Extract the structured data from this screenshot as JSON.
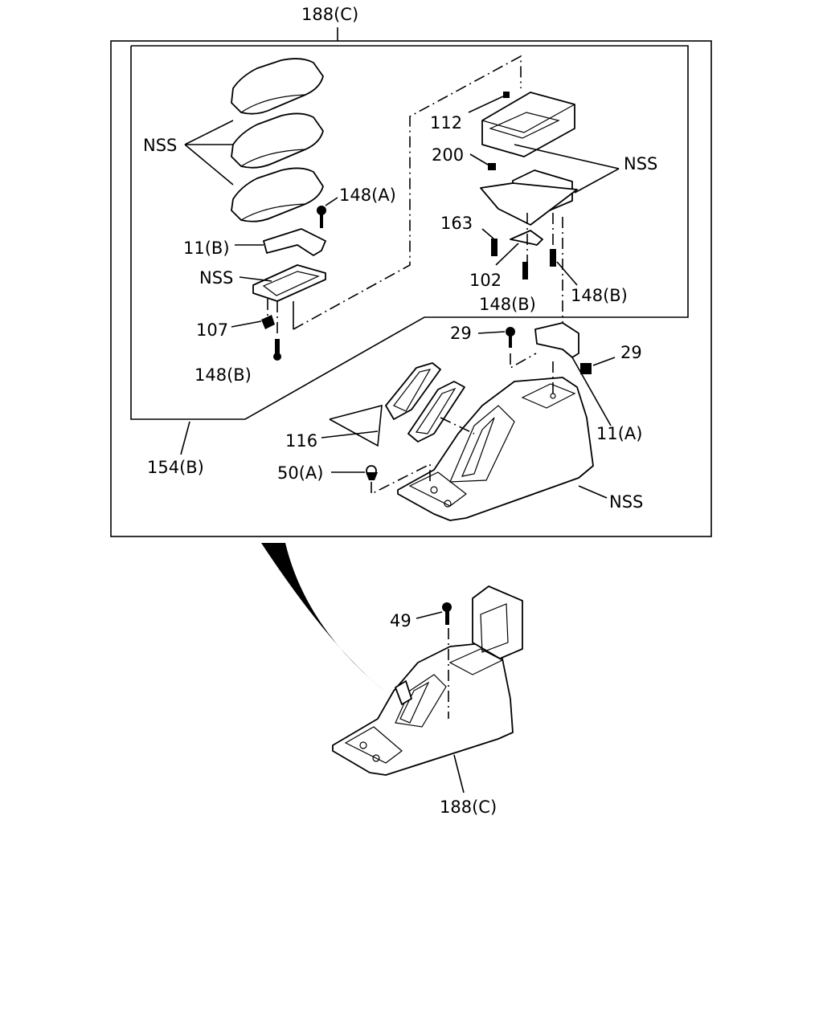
{
  "labels": {
    "top_ref": "188(C)",
    "nss_covers": "NSS",
    "p148a": "148(A)",
    "p11b": "11(B)",
    "nss_plate": "NSS",
    "p107": "107",
    "p148b_left": "148(B)",
    "p112": "112",
    "p200": "200",
    "nss_box": "NSS",
    "p163": "163",
    "p102": "102",
    "p148b_mid": "148(B)",
    "p148b_right": "148(B)",
    "p29_left": "29",
    "p29_right": "29",
    "p11a": "11(A)",
    "p116": "116",
    "p154b": "154(B)",
    "p50a": "50(A)",
    "nss_console": "NSS",
    "p49": "49",
    "bottom_ref": "188(C)"
  }
}
